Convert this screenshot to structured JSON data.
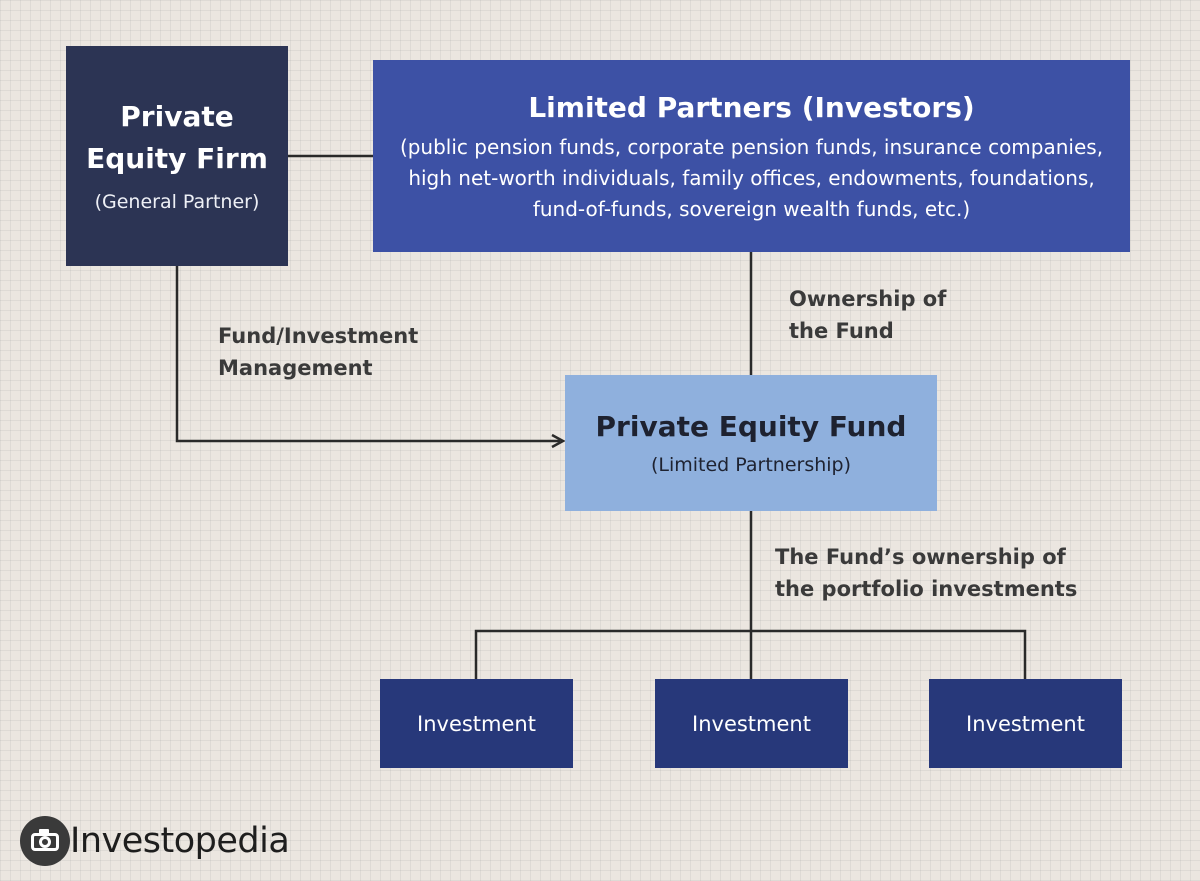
{
  "nodes": {
    "pe_firm": {
      "title_line1": "Private",
      "title_line2": "Equity Firm",
      "subtitle": "(General Partner)"
    },
    "limited_partners": {
      "title": "Limited Partners (Investors)",
      "details_line1": "(public pension funds, corporate pension funds, insurance companies,",
      "details_line2": "high net-worth individuals, family offices, endowments, foundations,",
      "details_line3": "fund-of-funds, sovereign wealth funds, etc.)"
    },
    "pe_fund": {
      "title": "Private Equity Fund",
      "subtitle": "(Limited Partnership)"
    },
    "investments": [
      {
        "label": "Investment"
      },
      {
        "label": "Investment"
      },
      {
        "label": "Investment"
      }
    ]
  },
  "edge_labels": {
    "management_line1": "Fund/Investment",
    "management_line2": "Management",
    "ownership_line1": "Ownership of",
    "ownership_line2": "the Fund",
    "portfolio_line1": "The Fund’s ownership of",
    "portfolio_line2": "the portfolio investments"
  },
  "brand": {
    "name": "Investopedia",
    "icon": "camera-icon"
  },
  "colors": {
    "firm": "#2c3454",
    "limited_partners": "#3d51a5",
    "fund": "#8fb0dd",
    "investment": "#27387a",
    "background": "#ebe6e0"
  }
}
